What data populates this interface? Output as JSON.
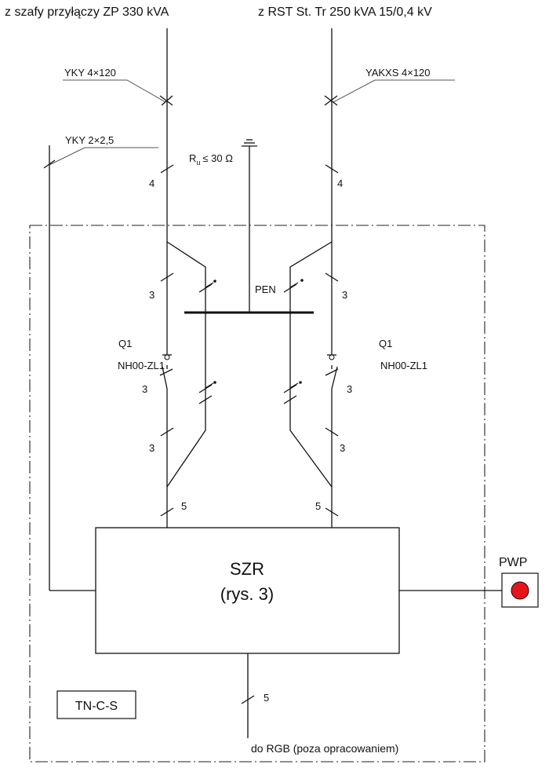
{
  "sources": {
    "left": "z szafy przyłączy ZP 330 kVA",
    "right": "z RST St. Tr 250 kVA 15/0,4 kV"
  },
  "cables": {
    "left_main": "YKY 4×120",
    "right_main": "YAKXS 4×120",
    "control": "YKY 2×2,5"
  },
  "earthing": {
    "symbol": "R",
    "subscript": "u",
    "value": "≤ 30 Ω"
  },
  "pen_label": "PEN",
  "breakers": {
    "left": {
      "id": "Q1",
      "type": "NH00-ZL1"
    },
    "right": {
      "id": "Q1",
      "type": "NH00-ZL1"
    }
  },
  "conductor_counts": {
    "left_in": "4",
    "right_in": "4",
    "left_upper": "3",
    "right_upper": "3",
    "left_breaker": "3",
    "right_breaker": "3",
    "left_lower": "3",
    "right_lower": "3",
    "left_szr": "5",
    "right_szr": "5",
    "output": "5"
  },
  "szr": {
    "title": "SZR",
    "subtitle": "(rys. 3)"
  },
  "pwp": {
    "label": "PWP",
    "button_color": "#e8141c"
  },
  "system_label": "TN-C-S",
  "output_label": "do RGB (poza opracowaniem)"
}
